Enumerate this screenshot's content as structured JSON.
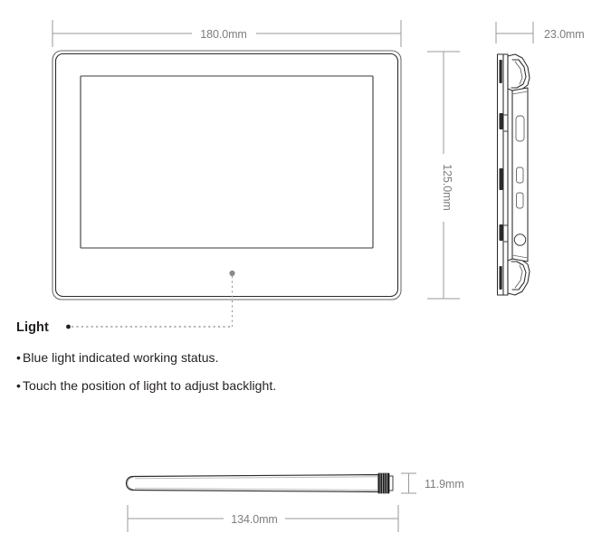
{
  "document": {
    "title": "Device Dimension Drawing",
    "background_color": "#ffffff",
    "line_color": "#231f20",
    "dimension_color": "#7d7d7d"
  },
  "dimensions": {
    "front_width": "180.0mm",
    "front_height": "125.0mm",
    "side_depth": "23.0mm",
    "antenna_length": "134.0mm",
    "antenna_diameter": "11.9mm"
  },
  "views": {
    "front": {
      "name": "front-view",
      "label": ""
    },
    "side": {
      "name": "side-view",
      "label": ""
    },
    "antenna": {
      "name": "antenna-view",
      "label": ""
    }
  },
  "callout": {
    "label": "Light",
    "leader_bullet": "•"
  },
  "notes": [
    {
      "bullet": "•",
      "text": "Blue light indicated working status."
    },
    {
      "bullet": "•",
      "text": "Touch the position of light to adjust backlight."
    }
  ]
}
